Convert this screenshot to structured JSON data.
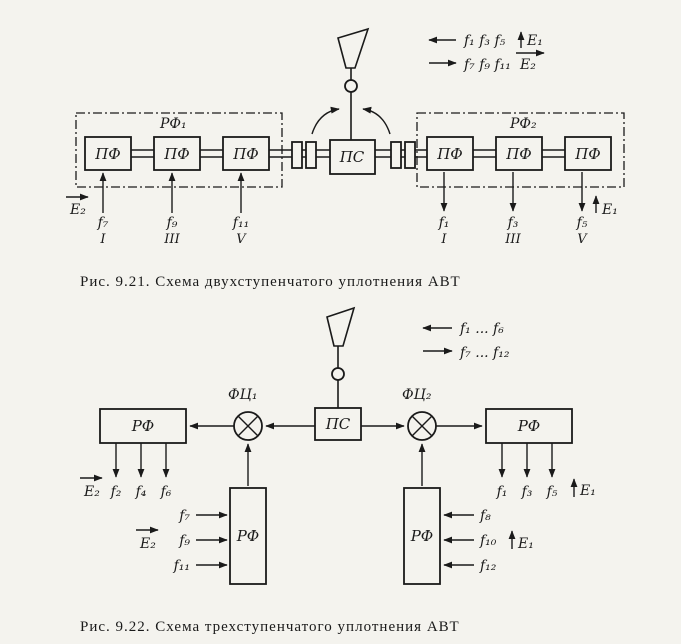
{
  "palette": {
    "paper": "#f4f3ee",
    "ink": "#1a1a1a"
  },
  "fig1": {
    "caption": "Рис. 9.21. Схема двухступенчатого уплотнения АВТ",
    "legend": {
      "rx": "f₁ f₃ f₅",
      "rx_pol": "E₁",
      "tx": "f₇ f₉ f₁₁",
      "tx_pol": "E₂"
    },
    "groups": {
      "left_label": "РФ₁",
      "right_label": "РФ₂",
      "center": "ПС",
      "filter": "ПФ"
    },
    "left_ports": {
      "pol": "E₂",
      "f": [
        "f₇",
        "f₉",
        "f₁₁"
      ],
      "ch": [
        "I",
        "III",
        "V"
      ]
    },
    "right_ports": {
      "pol": "E₁",
      "f": [
        "f₁",
        "f₃",
        "f₅"
      ],
      "ch": [
        "I",
        "III",
        "V"
      ]
    }
  },
  "fig2": {
    "caption": "Рис. 9.22. Схема трехступенчатого уплотнения АВТ",
    "legend": {
      "rx": "f₁ ... f₆",
      "tx": "f₇ ... f₁₂"
    },
    "blocks": {
      "center": "ПС",
      "separator": "РФ",
      "circulator1": "ФЦ₁",
      "circulator2": "ФЦ₂"
    },
    "left_out": {
      "pol": "E₂",
      "f": [
        "f₂",
        "f₄",
        "f₆"
      ]
    },
    "right_out": {
      "pol": "E₁",
      "f": [
        "f₁",
        "f₃",
        "f₅"
      ]
    },
    "left_in": {
      "pol": "E₂",
      "f": [
        "f₇",
        "f₉",
        "f₁₁"
      ]
    },
    "right_in": {
      "pol": "E₁",
      "f": [
        "f₈",
        "f₁₀",
        "f₁₂"
      ]
    }
  }
}
